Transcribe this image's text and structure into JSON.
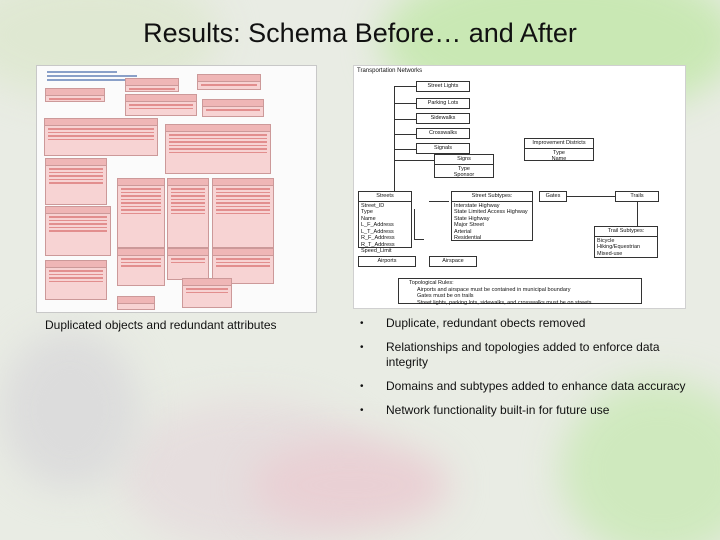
{
  "slide": {
    "title": "Results: Schema Before… and After",
    "left_caption": "Duplicated objects and redundant attributes"
  },
  "bullets": [
    "Duplicate, redundant obects removed",
    "Relationships and topologies added to enforce data integrity",
    "Domains and subtypes added to enhance data accuracy",
    "Network functionality built-in for future use"
  ],
  "diagram": {
    "title": "Transportation Networks",
    "street_lights": "Street Lights",
    "parking_lots": "Parking Lots",
    "sidewalks": "Sidewalks",
    "crosswalks": "Crosswalks",
    "signals": "Signals",
    "signs": {
      "name": "Signs",
      "attrs": [
        "Type",
        "Sponsor"
      ]
    },
    "improvement_districts": {
      "name": "Improvement Districts",
      "attrs": [
        "Type",
        "Name"
      ]
    },
    "streets": {
      "name": "Streets",
      "attrs": [
        "Street_ID",
        "Type",
        "Name",
        "L_F_Address",
        "L_T_Address",
        "R_F_Address",
        "R_T_Address",
        "Speed_Limit"
      ]
    },
    "street_subtypes": {
      "name": "Street Subtypes:",
      "attrs": [
        "Interstate Highway",
        "State Limited Access Highway",
        "State Highway",
        "Major Street",
        "Arterial",
        "Residential"
      ]
    },
    "gates": "Gates",
    "trails": "Trails",
    "trail_subtypes": {
      "name": "Trail Subtypes:",
      "attrs": [
        "Bicycle",
        "Hiking/Equestrian",
        "Mixed-use"
      ]
    },
    "airports": "Airports",
    "airspace": "Airspace",
    "topology": {
      "title": "Topological Rules:",
      "rules": [
        "Airports and airspace must be contained in municipal boundary",
        "Gates must be on trails",
        "Street lights, parking lots, sidewalks, and crosswalks must be on streets"
      ]
    }
  },
  "colors": {
    "uml_fill": "#f7d3d3",
    "uml_border": "#cc9999",
    "background": "#e9ece4"
  }
}
